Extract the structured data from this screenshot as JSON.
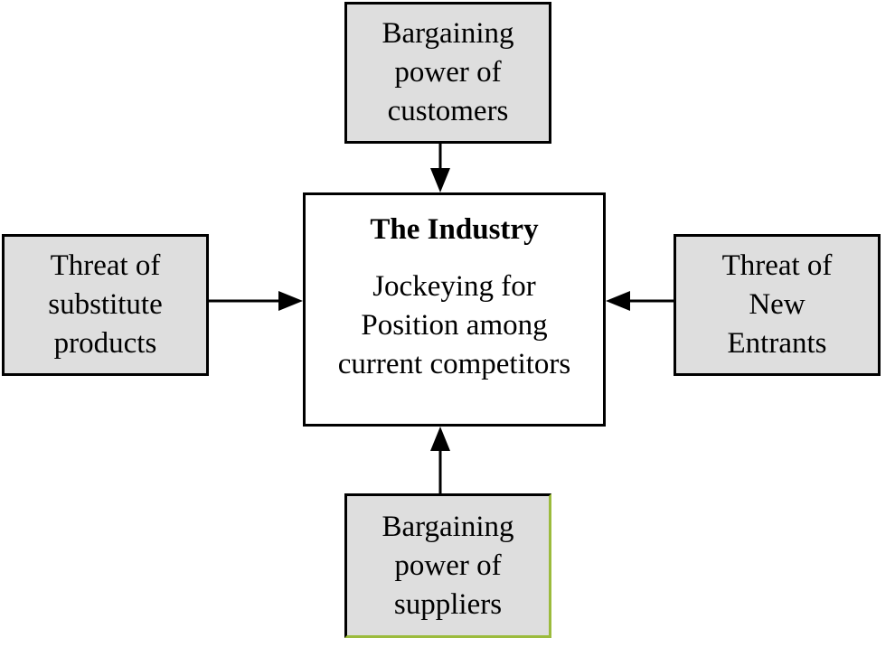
{
  "diagram": {
    "center": {
      "title": "The Industry",
      "lines": [
        "Jockeying for",
        "Position among",
        "current competitors"
      ]
    },
    "forces": {
      "customers": {
        "lines": [
          "Bargaining",
          "power of",
          "customers"
        ]
      },
      "substitutes": {
        "lines": [
          "Threat of",
          "substitute",
          "products"
        ]
      },
      "entrants": {
        "lines": [
          "Threat of",
          "New",
          "Entrants"
        ]
      },
      "suppliers": {
        "lines": [
          "Bargaining",
          "power of",
          "suppliers"
        ]
      }
    }
  },
  "colors": {
    "box_fill": "#dedede",
    "center_fill": "#ffffff",
    "border": "#000000",
    "supplier_edge_accent": "#9bbb3c"
  }
}
